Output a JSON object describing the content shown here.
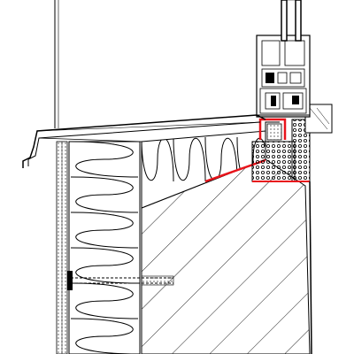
{
  "drawing": {
    "kind": "window sill section detail",
    "components": [
      "upvc-window-frame-profile",
      "double-glazing",
      "interior-window-board",
      "exterior-aluminium-sill",
      "etics-insulation-layer",
      "insulation-fixing-anchor",
      "wedge-insulation-under-sill",
      "masonry-wall",
      "compressible-sealing-tape",
      "installation-foam-block"
    ],
    "colors": {
      "line": "#000000",
      "background": "#ffffff",
      "seal_tape": "#e8141b",
      "glass_fill": "#ffffff",
      "hatch": "#222222",
      "foam_fill": "#f5f5f5"
    }
  }
}
